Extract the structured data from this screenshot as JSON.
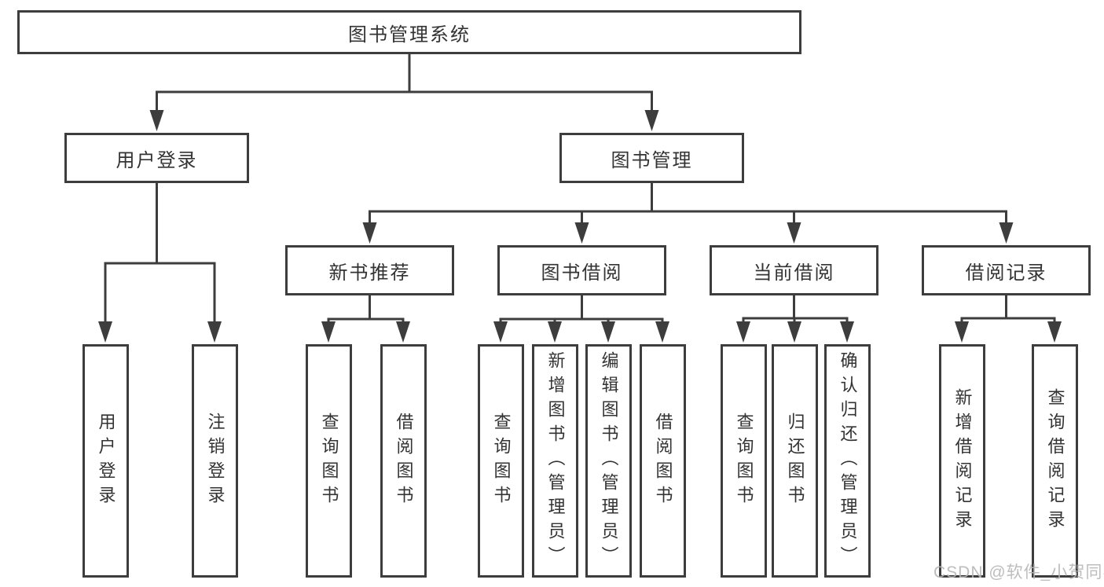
{
  "diagram": {
    "colors": {
      "line": "#3d3d3d",
      "text": "#333333",
      "watermark": "#b6b6b6",
      "bg": "#ffffff"
    },
    "root": {
      "label": "图书管理系统"
    },
    "level2": [
      {
        "label": "用户登录"
      },
      {
        "label": "图书管理"
      }
    ],
    "level3": [
      {
        "label": "新书推荐",
        "parent": "图书管理"
      },
      {
        "label": "图书借阅",
        "parent": "图书管理"
      },
      {
        "label": "当前借阅",
        "parent": "图书管理"
      },
      {
        "label": "借阅记录",
        "parent": "图书管理"
      }
    ],
    "leaves": [
      {
        "label": "用户登录",
        "parent": "用户登录"
      },
      {
        "label": "注销登录",
        "parent": "用户登录"
      },
      {
        "label": "查询图书",
        "parent": "新书推荐"
      },
      {
        "label": "借阅图书",
        "parent": "新书推荐"
      },
      {
        "label": "查询图书",
        "parent": "图书借阅"
      },
      {
        "label": "新增图书（管理员）",
        "parent": "图书借阅"
      },
      {
        "label": "编辑图书（管理员）",
        "parent": "图书借阅"
      },
      {
        "label": "借阅图书",
        "parent": "图书借阅"
      },
      {
        "label": "查询图书",
        "parent": "当前借阅"
      },
      {
        "label": "归还图书",
        "parent": "当前借阅"
      },
      {
        "label": "确认归还（管理员）",
        "parent": "当前借阅"
      },
      {
        "label": "新增借阅记录",
        "parent": "借阅记录"
      },
      {
        "label": "查询借阅记录",
        "parent": "借阅记录"
      }
    ],
    "watermark": "CSDN @软件_小贺同学"
  }
}
